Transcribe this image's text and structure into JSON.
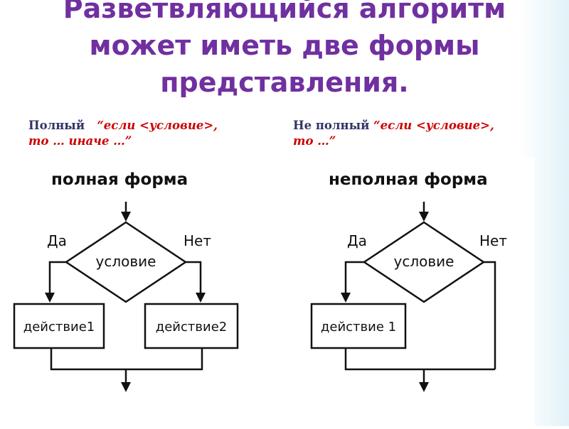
{
  "title": {
    "line1": "Разветвляющийся алгоритм",
    "line2": "может иметь две формы",
    "line3": "представления."
  },
  "left_caption": {
    "label": "Полный",
    "quote_line1": "“если <условие>,",
    "quote_line2": "то … иначе …”"
  },
  "right_caption": {
    "label": "Не полный",
    "quote_line1": "“если <условие>,",
    "quote_line2": "то …”"
  },
  "full_form": {
    "heading": "полная форма",
    "condition": "условие",
    "yes": "Да",
    "no": "Нет",
    "action1": "действие1",
    "action2": "действие2"
  },
  "partial_form": {
    "heading": "неполная форма",
    "condition": "условие",
    "yes": "Да",
    "no": "Нет",
    "action1": "действие 1"
  }
}
